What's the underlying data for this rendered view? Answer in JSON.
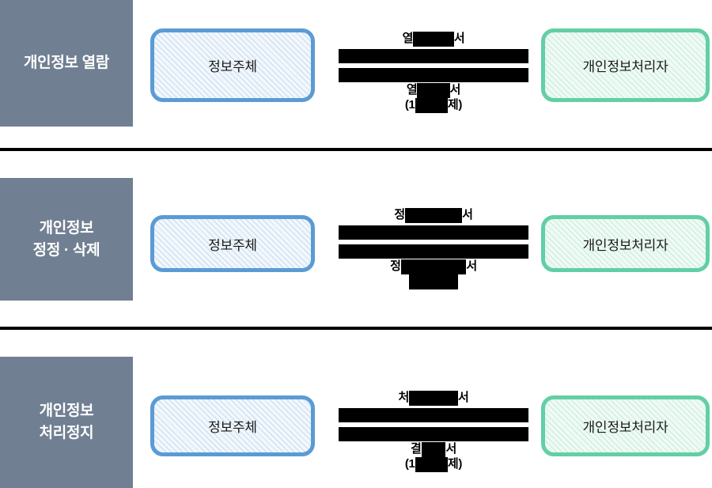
{
  "diagram": {
    "title_visible": false,
    "colors": {
      "category_panel_bg": "#717F92",
      "category_panel_text": "#FFFFFF",
      "subject_box_border": "#5B9BD5",
      "subject_box_fill": "#F2F7FC",
      "controller_box_border": "#62CFA5",
      "controller_box_fill": "#F0FAF5",
      "flow_bar": "#000000",
      "divider": "#000000"
    },
    "rows": [
      {
        "category": "개인정보 열람",
        "category_lines": [
          "개인정보 열람"
        ],
        "left_actor": "정보주체",
        "right_actor": "개인정보처리자",
        "caption_top_prefix": "열",
        "caption_top_redacted": "█████",
        "caption_top_suffix": "서",
        "caption_bottom_line1_prefix": "열",
        "caption_bottom_line1_redacted": "████",
        "caption_bottom_line1_suffix": "서",
        "caption_bottom_line2_prefix": "(1",
        "caption_bottom_line2_redacted": "████",
        "caption_bottom_line2_suffix": "제)",
        "has_bottom_line2": true
      },
      {
        "category": "개인정보 정정·삭제",
        "category_lines": [
          "개인정보",
          "정정 · 삭제"
        ],
        "left_actor": "정보주체",
        "right_actor": "개인정보처리자",
        "caption_top_prefix": "정",
        "caption_top_redacted": "███████",
        "caption_top_suffix": "서",
        "caption_bottom_line1_prefix": "정",
        "caption_bottom_line1_redacted": "████████",
        "caption_bottom_line1_suffix": "서",
        "caption_bottom_line2_prefix": "",
        "caption_bottom_line2_redacted": "██████",
        "caption_bottom_line2_suffix": "",
        "has_bottom_line2": true
      },
      {
        "category": "개인정보 처리정지",
        "category_lines": [
          "개인정보",
          "처리정지"
        ],
        "left_actor": "정보주체",
        "right_actor": "개인정보처리자",
        "caption_top_prefix": "처",
        "caption_top_redacted": "██████",
        "caption_top_suffix": "서",
        "caption_bottom_line1_prefix": "결",
        "caption_bottom_line1_redacted": "███",
        "caption_bottom_line1_suffix": "서",
        "caption_bottom_line2_prefix": "(1",
        "caption_bottom_line2_redacted": "████",
        "caption_bottom_line2_suffix": "제)",
        "has_bottom_line2": true
      }
    ]
  }
}
